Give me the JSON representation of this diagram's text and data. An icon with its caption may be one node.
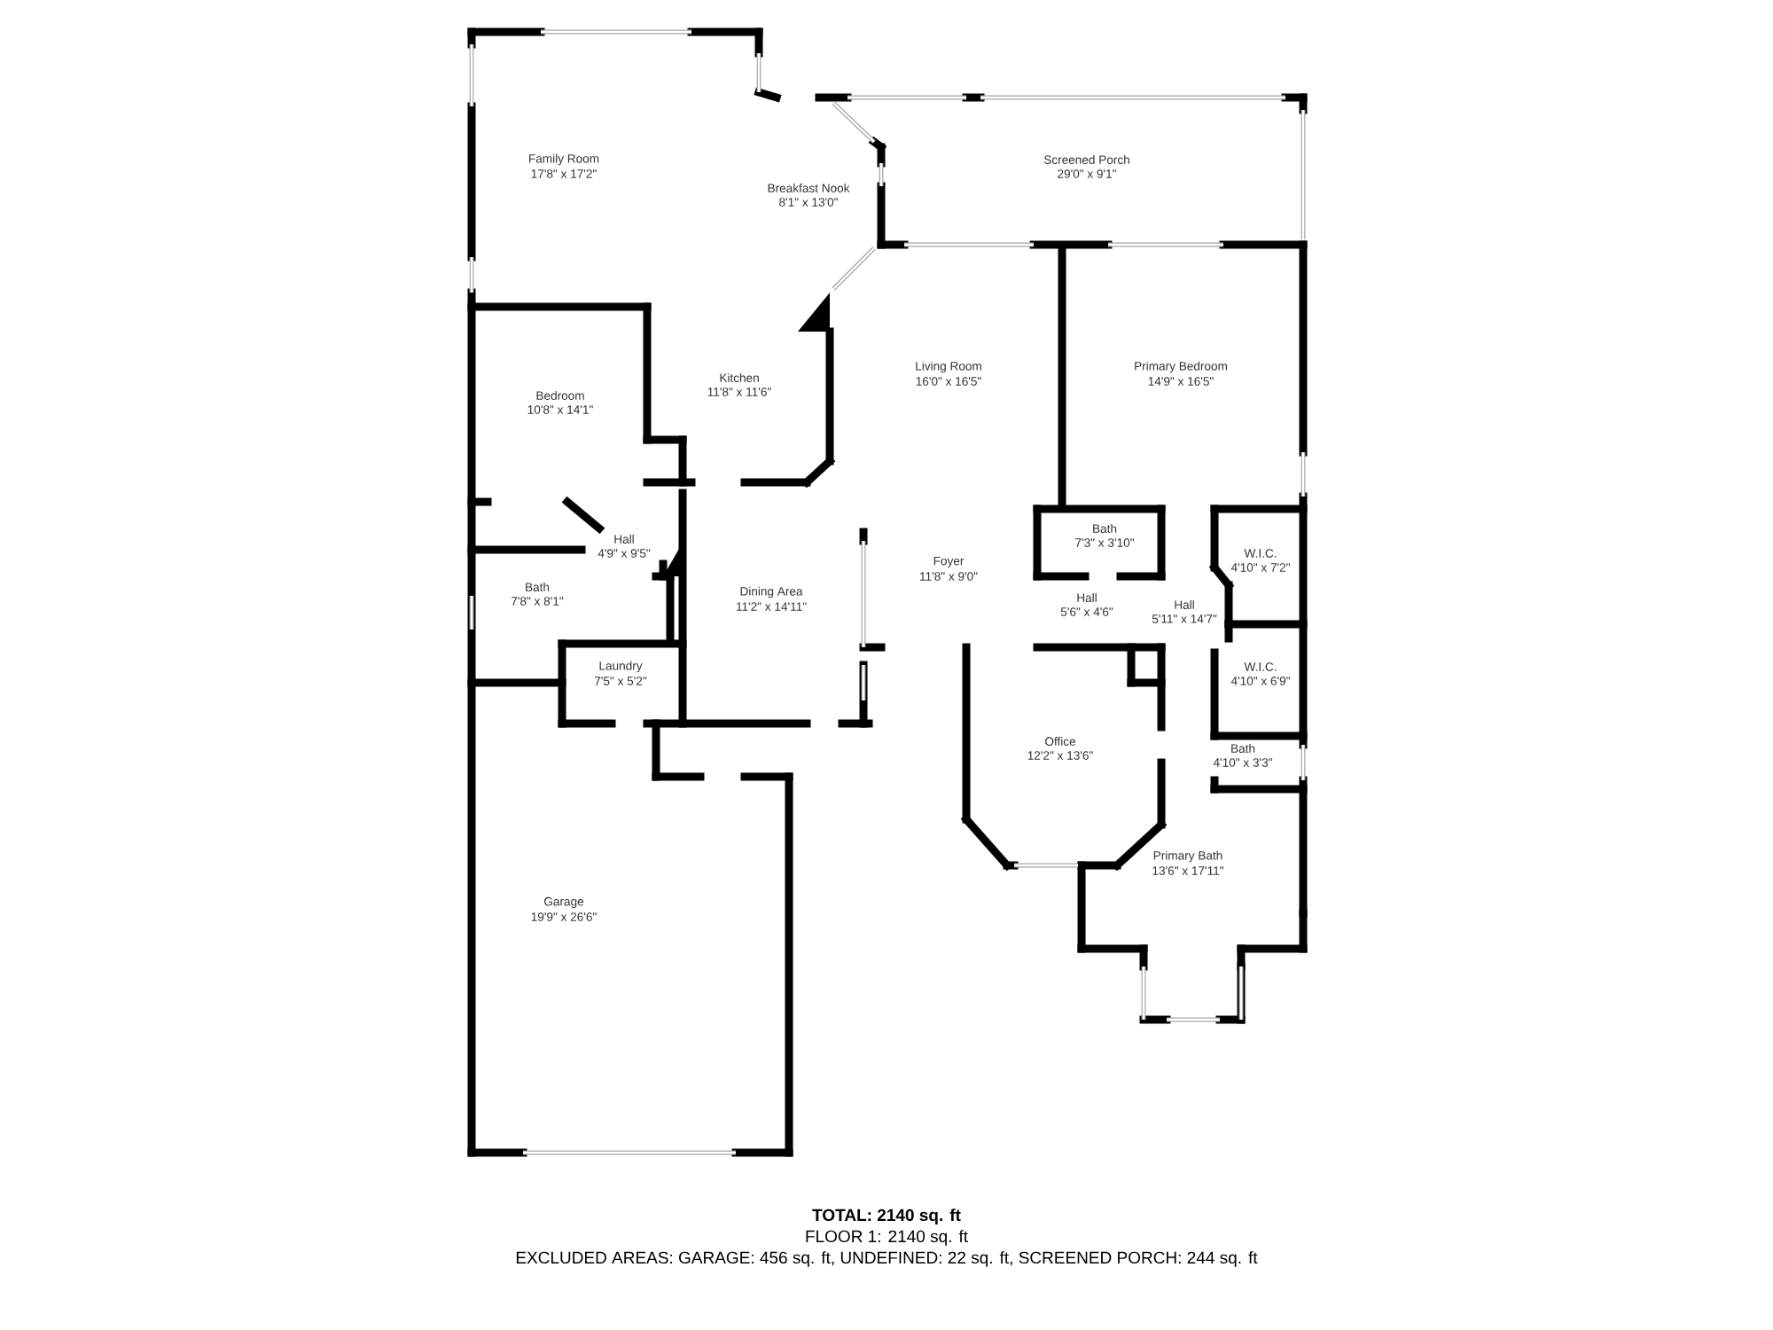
{
  "diagram": {
    "labels": [
      "Family Room",
      "17'8\" x 17'2\"",
      "Breakfast Nook",
      "8'1\" x 13'0\"",
      "Screened Porch",
      "29'0\" x 9'1\"",
      "Kitchen",
      "11'8\" x 11'6\"",
      "Bedroom",
      "10'8\" x 14'1\"",
      "Living Room",
      "16'0\" x 16'5\"",
      "Primary Bedroom",
      "14'9\" x 16'5\"",
      "Bath",
      "7'3\" x 3'10\"",
      "Hall",
      "4'9\" x 9'5\"",
      "W.I.C.",
      "4'10\" x 7'2\"",
      "Foyer",
      "11'8\" x 9'0\"",
      "Bath",
      "7'8\" x 8'1\"",
      "Dining Area",
      "11'2\" x 14'11\"",
      "Hall",
      "5'6\" x 4'6\"",
      "Hall",
      "5'11\" x 14'7\"",
      "Laundry",
      "7'5\" x 5'2\"",
      "W.I.C.",
      "4'10\" x 6'9\"",
      "Office",
      "12'2\" x 13'6\"",
      "Bath",
      "4'10\" x 3'3\"",
      "Primary Bath",
      "13'6\" x 17'11\"",
      "Garage",
      "19'9\" x 26'6\"",
      "TOTAL: 2140 sq. ft",
      "FLOOR 1: 2140 sq. ft",
      "EXCLUDED AREAS: GARAGE: 456 sq. ft, UNDEFINED: 22 sq. ft, SCREENED PORCH: 244 sq. ft"
    ]
  }
}
